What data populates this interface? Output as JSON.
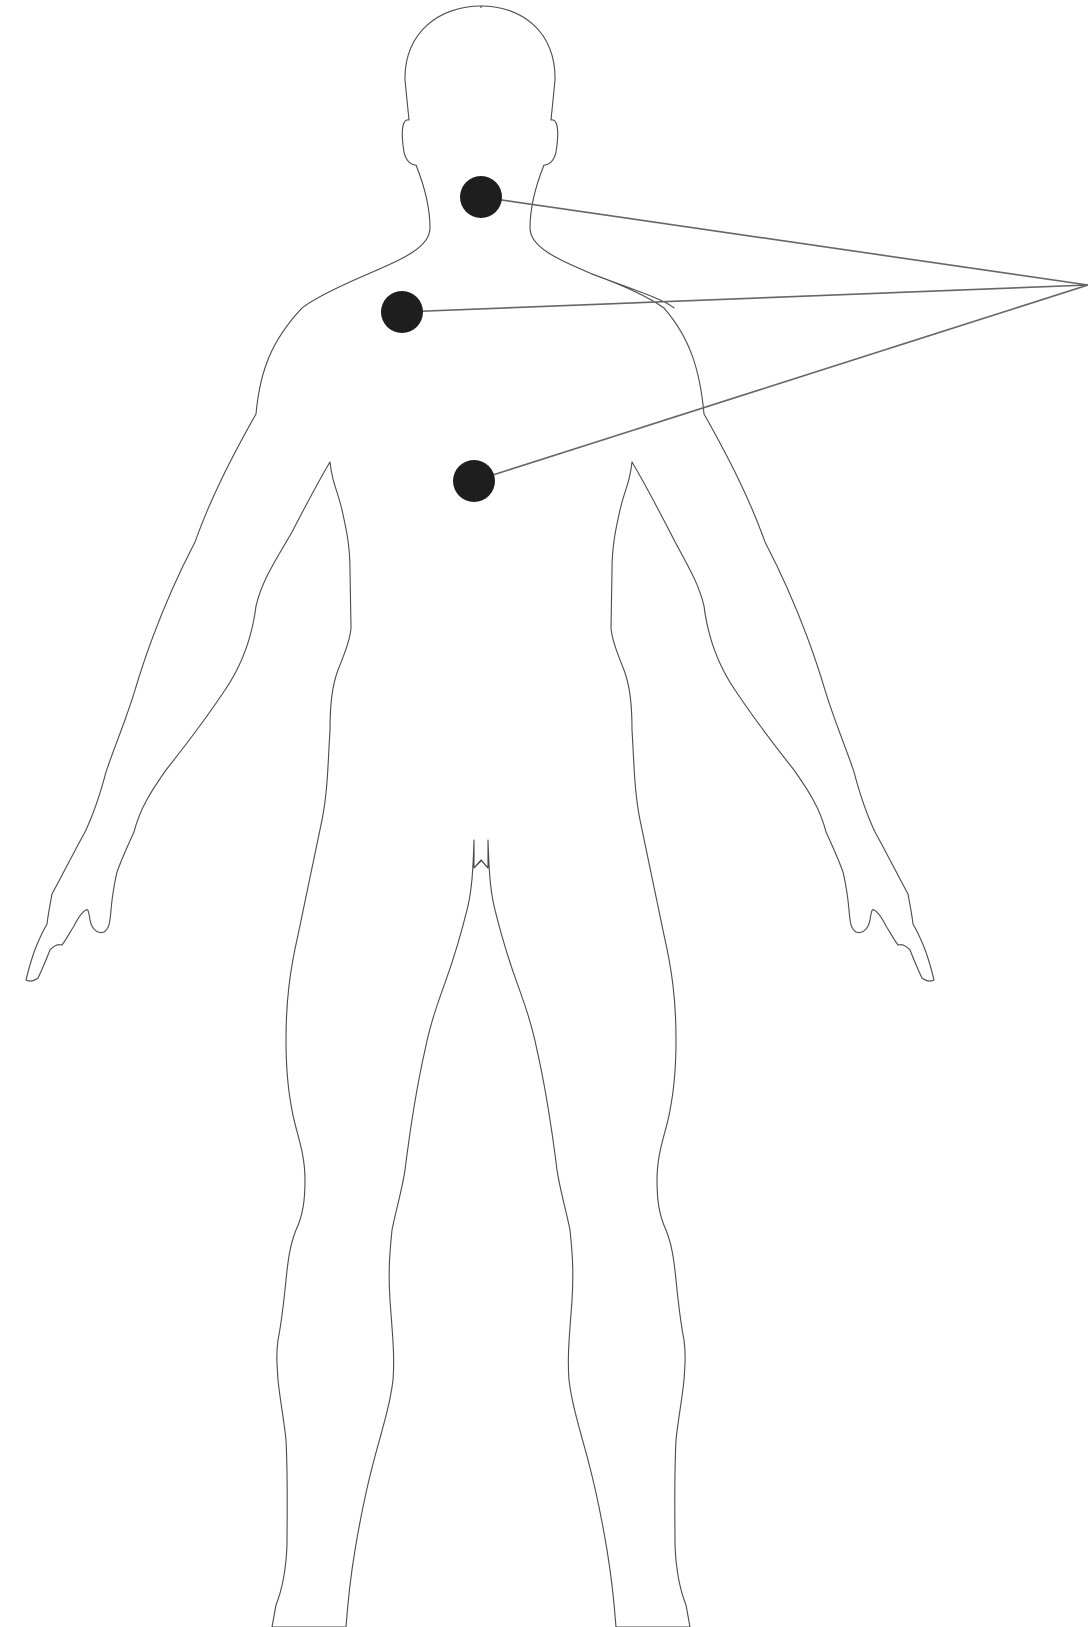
{
  "diagram": {
    "subject": "human-body-front-outline",
    "marker_color": "#1e1e1e",
    "outline_color": "#4a4a4a",
    "leader_color": "#666666",
    "markers": [
      {
        "id": "neck",
        "location": "throat"
      },
      {
        "id": "shoulder",
        "location": "right clavicle"
      },
      {
        "id": "chest",
        "location": "sternum"
      }
    ]
  }
}
